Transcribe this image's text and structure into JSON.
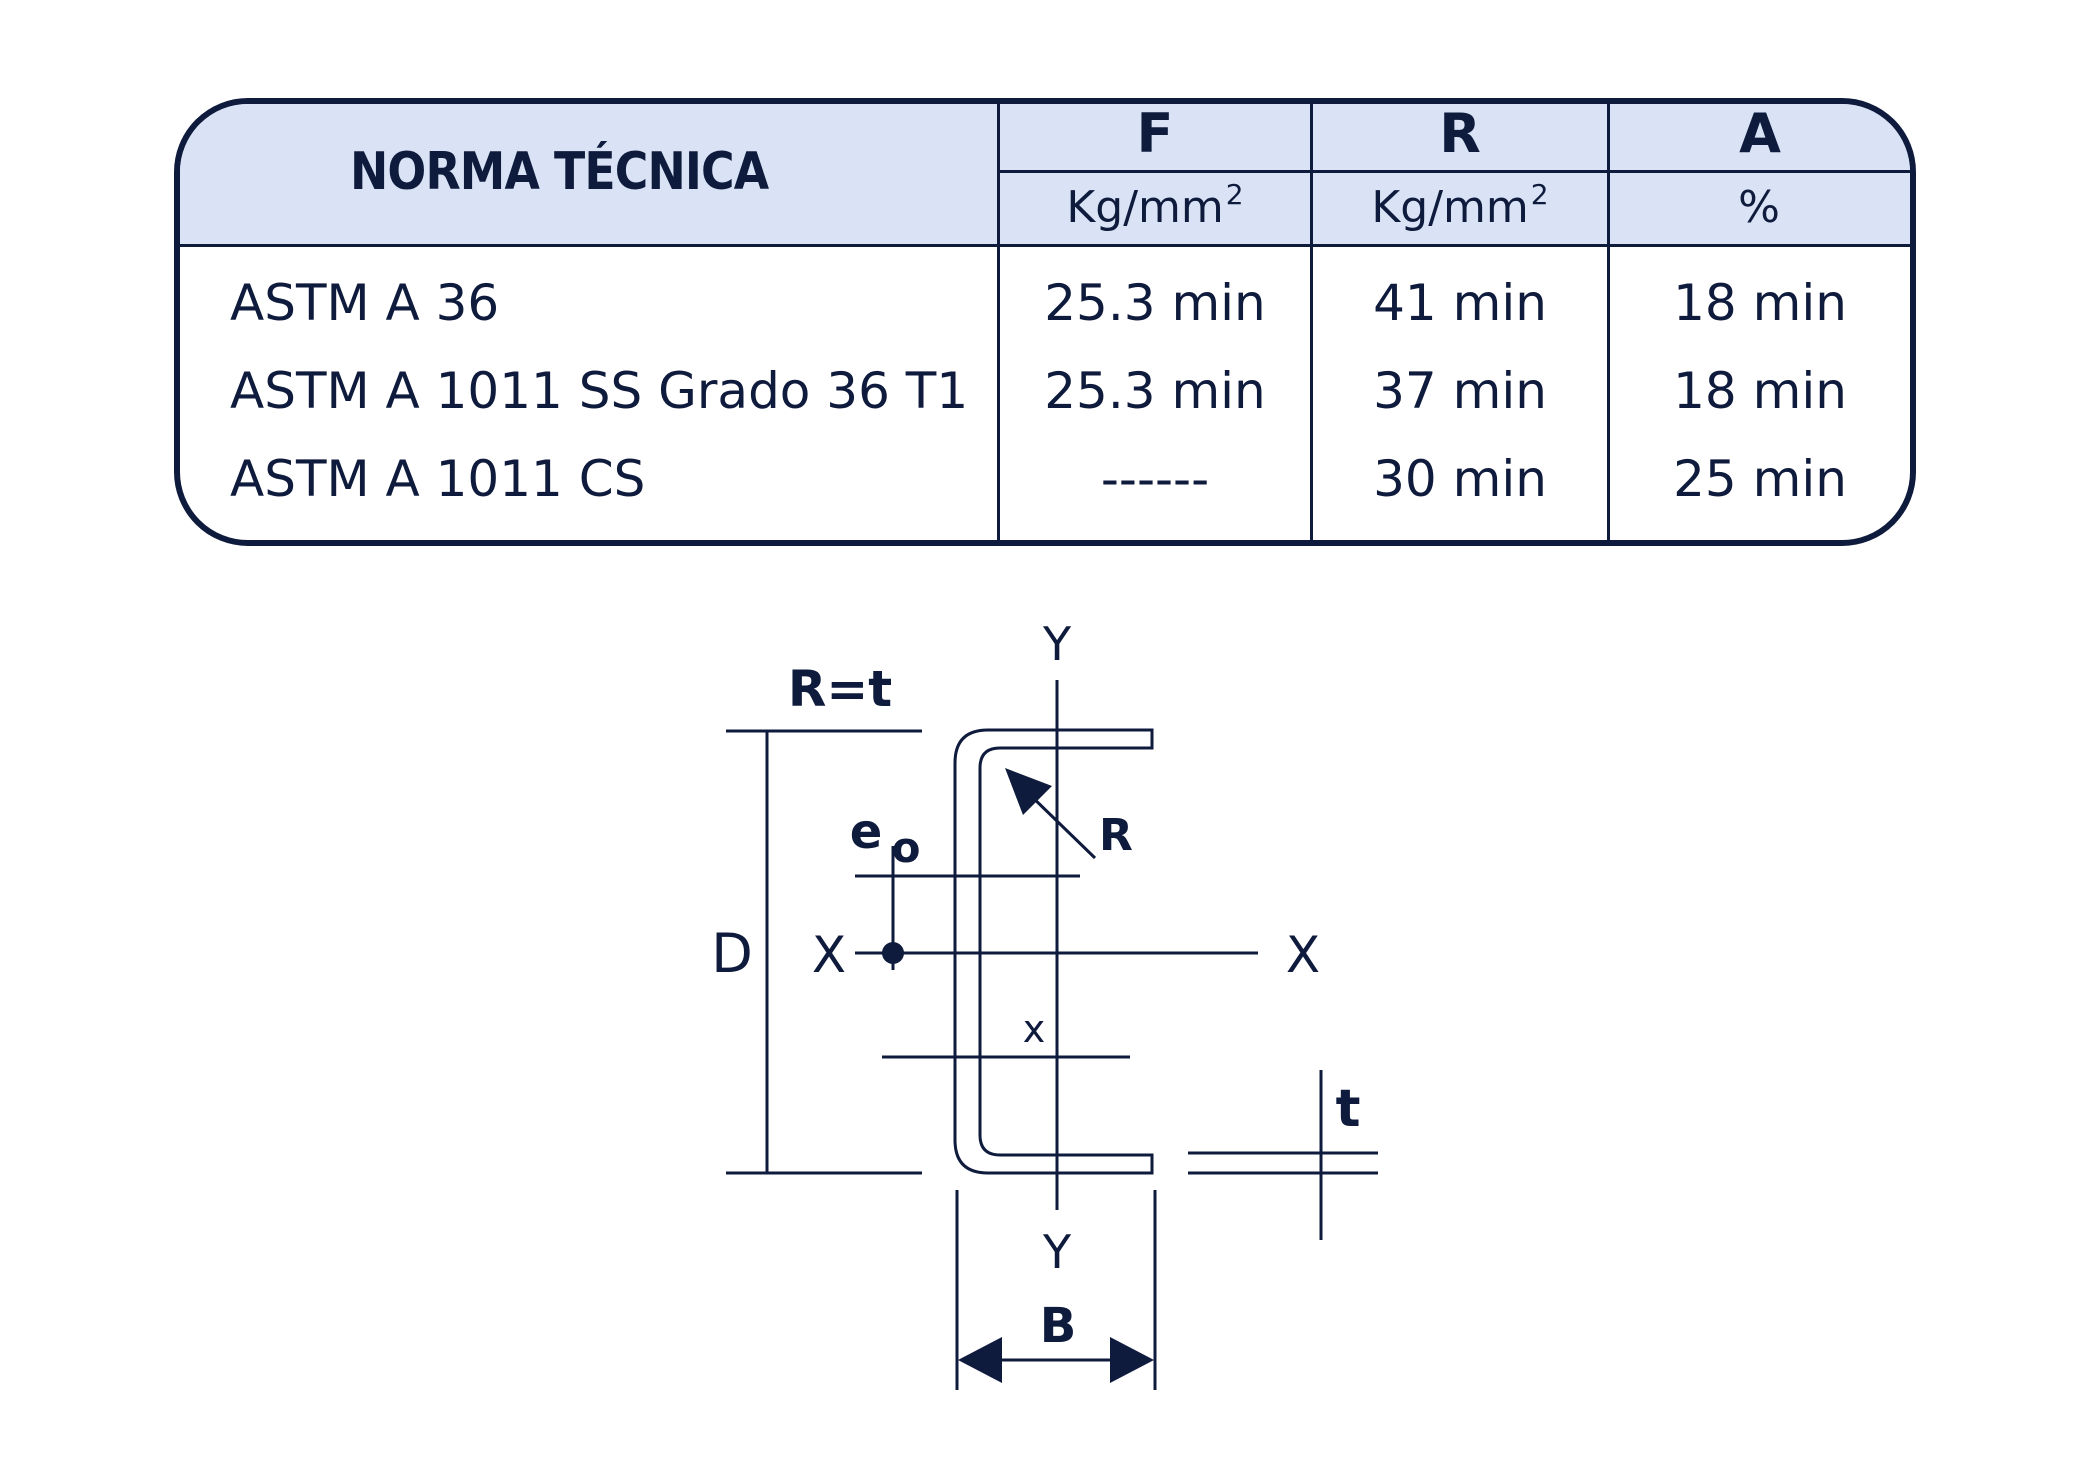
{
  "table": {
    "header": {
      "norma": "NORMA TÉCNICA",
      "cols": [
        {
          "letter": "F",
          "unit": "Kg/mm",
          "sup": "2"
        },
        {
          "letter": "R",
          "unit": "Kg/mm",
          "sup": "2"
        },
        {
          "letter": "A",
          "unit": "%",
          "sup": ""
        }
      ]
    },
    "rows": [
      {
        "norma": "ASTM A 36",
        "f": "25.3 min",
        "r": "41 min",
        "a": "18 min"
      },
      {
        "norma": "ASTM A 1011 SS Grado 36 T1",
        "f": "25.3 min",
        "r": "37 min",
        "a": "18 min"
      },
      {
        "norma": "ASTM A 1011 CS",
        "f": "------",
        "r": "30 min",
        "a": "25 min"
      }
    ]
  },
  "diagram": {
    "r_eq_t": "R=t",
    "y_top": "Y",
    "y_bottom": "Y",
    "x_left": "X",
    "x_right": "X",
    "x_small": "x",
    "d": "D",
    "e": "e",
    "o": "o",
    "r": "R",
    "t": "t",
    "b": "B"
  }
}
